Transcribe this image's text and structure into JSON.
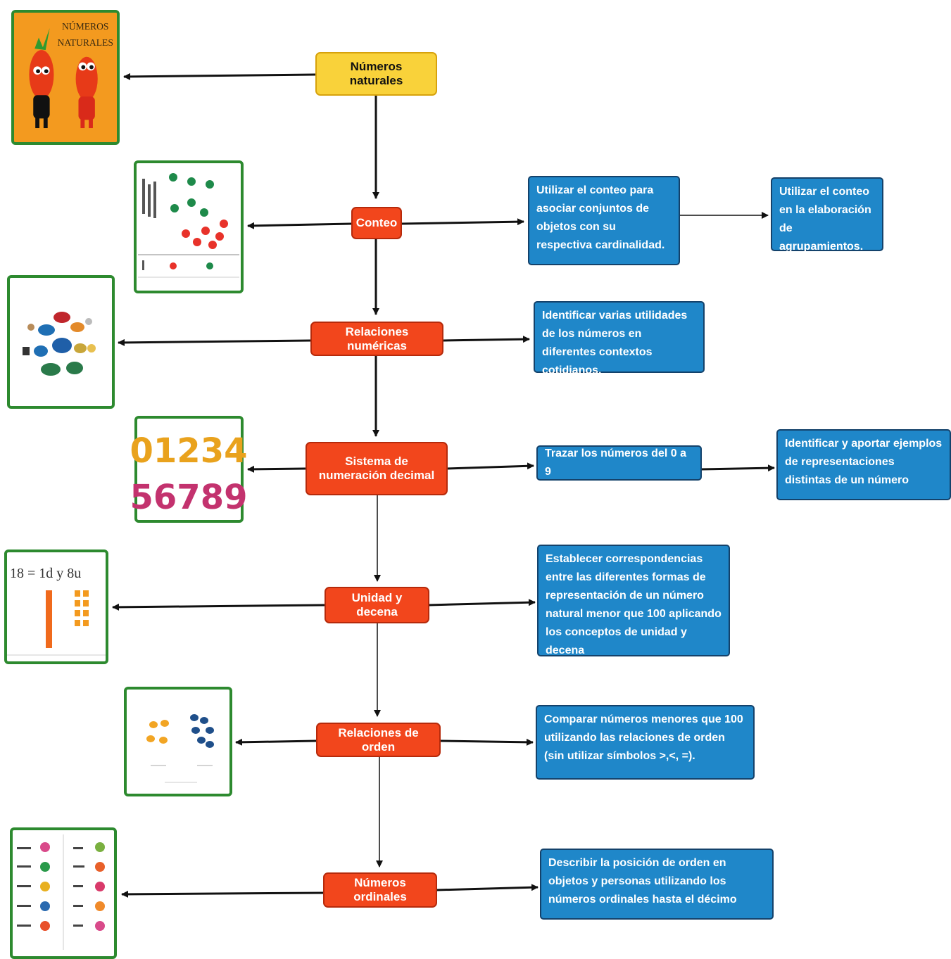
{
  "root": {
    "label": "Números naturales"
  },
  "topics": [
    {
      "id": "conteo",
      "label": "Conteo"
    },
    {
      "id": "relaciones-numericas",
      "label": "Relaciones numéricas"
    },
    {
      "id": "sistema-decimal",
      "label": "Sistema de numeración decimal"
    },
    {
      "id": "unidad-decena",
      "label": "Unidad y decena"
    },
    {
      "id": "relaciones-orden",
      "label": "Relaciones de orden"
    },
    {
      "id": "numeros-ordinales",
      "label": "Números ordinales"
    }
  ],
  "objectives": {
    "conteo_1": "Utilizar el conteo para asociar conjuntos de objetos con su respectiva cardinalidad.",
    "conteo_2": "Utilizar el conteo en la elaboración de agrupamientos.",
    "relaciones_numericas": "Identificar varias utilidades de los números en diferentes contextos cotidianos.",
    "sistema_1": "Trazar los números del 0 a 9",
    "sistema_2": "Identificar y aportar ejemplos de representaciones distintas de un número",
    "unidad_decena": "Establecer correspondencias entre las diferentes formas de representación de un número natural menor que 100 aplicando los conceptos de unidad y decena",
    "relaciones_orden": "Comparar números menores que 100 utilizando las relaciones de orden (sin utilizar símbolos >,<, =).",
    "ordinales": "Describir la posición de orden en objetos y personas utilizando los números ordinales hasta el décimo"
  },
  "images": {
    "naturales_title_1": "NÚMEROS",
    "naturales_title_2": "NATURALES",
    "digits_row_1": "01234",
    "digits_row_2": "56789",
    "decena_formula": "18 =  1d  y  8u"
  },
  "colors": {
    "root": "#f9d23a",
    "topic": "#f2461c",
    "objective": "#1f87c9",
    "picture_frame": "#2d8a2f"
  }
}
